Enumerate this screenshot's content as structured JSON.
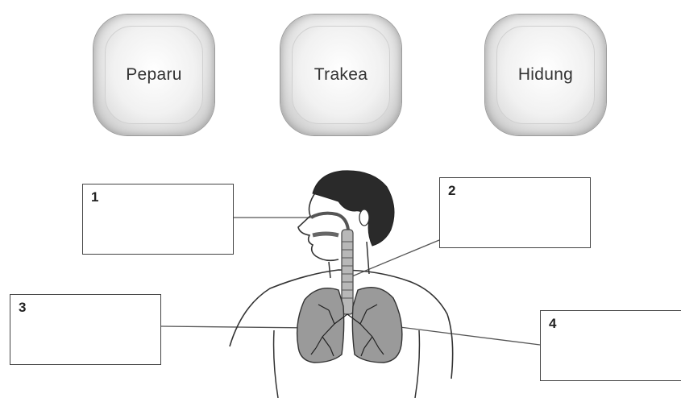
{
  "word_cards": [
    {
      "label": "Peparu"
    },
    {
      "label": "Trakea"
    },
    {
      "label": "Hidung"
    }
  ],
  "answer_boxes": [
    {
      "number": "1"
    },
    {
      "number": "2"
    },
    {
      "number": "3"
    },
    {
      "number": "4"
    }
  ]
}
